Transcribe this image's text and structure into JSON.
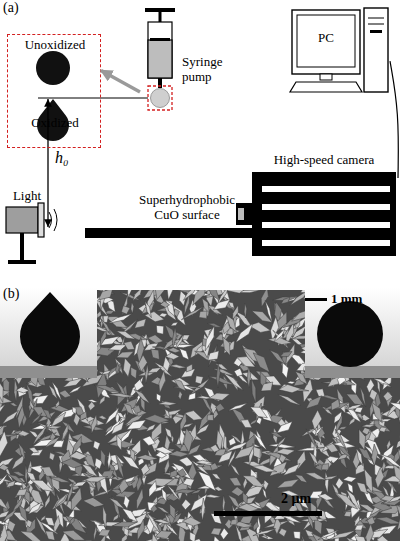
{
  "diagram": {
    "nodes": [
      {
        "text": [
          "Unoxidized",
          "Oxidized"
        ]
      },
      {
        "text": [
          "Syringe pump"
        ]
      },
      {
        "text": [
          "PC"
        ]
      },
      {
        "text": [
          "High-speed camera"
        ]
      },
      {
        "text": [
          "Light"
        ]
      },
      {
        "text": [
          "Superhydrophobic CuO surface"
        ]
      }
    ],
    "edges": [
      {
        "from": 1,
        "to": 0,
        "arrow": "to"
      },
      {
        "from": 2,
        "to": 3,
        "arrow": "none"
      }
    ],
    "labels": [
      "(a)",
      "h₀",
      "(b)",
      "1 mm",
      "2 μm"
    ]
  }
}
